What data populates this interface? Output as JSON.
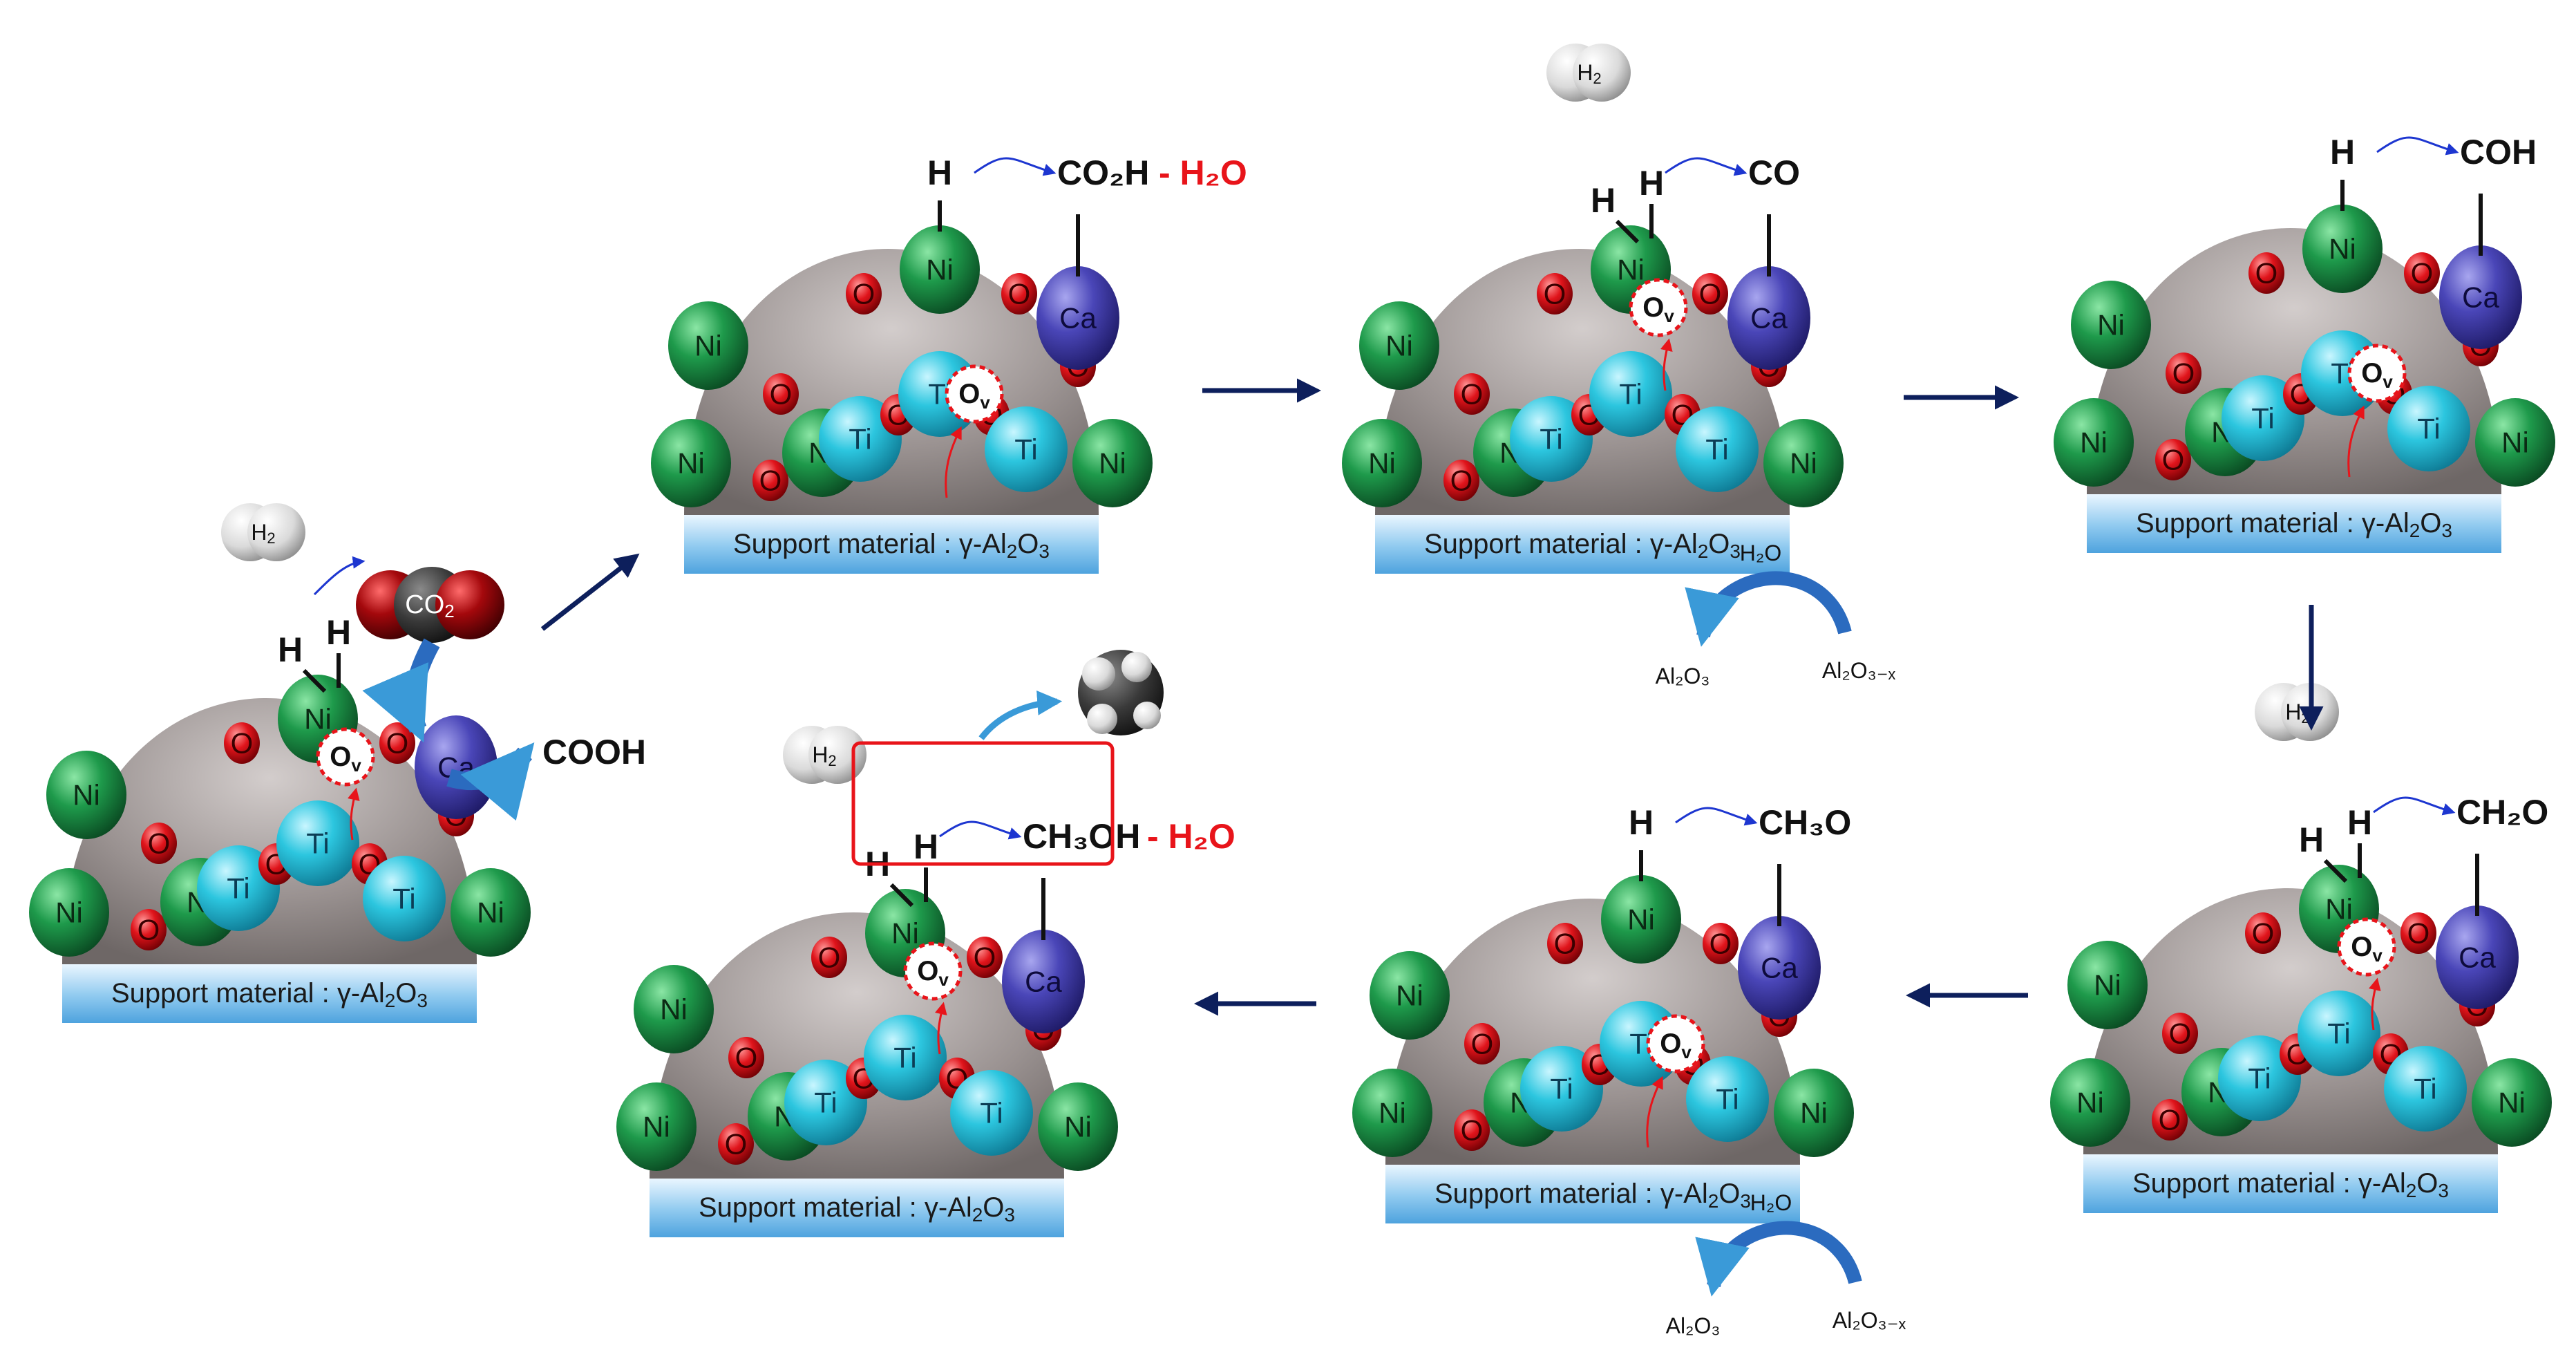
{
  "colors": {
    "ni": "#1e9a4b",
    "ti": "#2cc6df",
    "o": "#e0141b",
    "ca": "#4a46b8",
    "dome": "#9a9291",
    "support": "#8ec9ef",
    "arrow": "#0d1f5c",
    "curved_arrow": "#2b6bbf",
    "red_text": "#e8141a"
  },
  "atoms": {
    "ni": "Ni",
    "ti": "Ti",
    "o": "O",
    "ca": "Ca",
    "h": "H",
    "ov": "O",
    "ov_sub": "v"
  },
  "support": {
    "prefix": "Support material : γ-Al",
    "sub1": "2",
    "mid": "O",
    "sub2": "3"
  },
  "h2": {
    "main": "H",
    "sub": "2"
  },
  "co2": {
    "main": "CO",
    "sub": "2"
  },
  "h2o": "H₂O",
  "al2o3": "Al₂O₃",
  "al2o3x": "Al₂O₃₋ₓ",
  "minus_h2o": "- H₂O",
  "stages": [
    {
      "species": "COOH"
    },
    {
      "species": "CO₂H"
    },
    {
      "species": "CO"
    },
    {
      "species": "COH"
    },
    {
      "species": "CH₂O"
    },
    {
      "species": "CH₃O"
    },
    {
      "species": "CH₃OH"
    }
  ]
}
